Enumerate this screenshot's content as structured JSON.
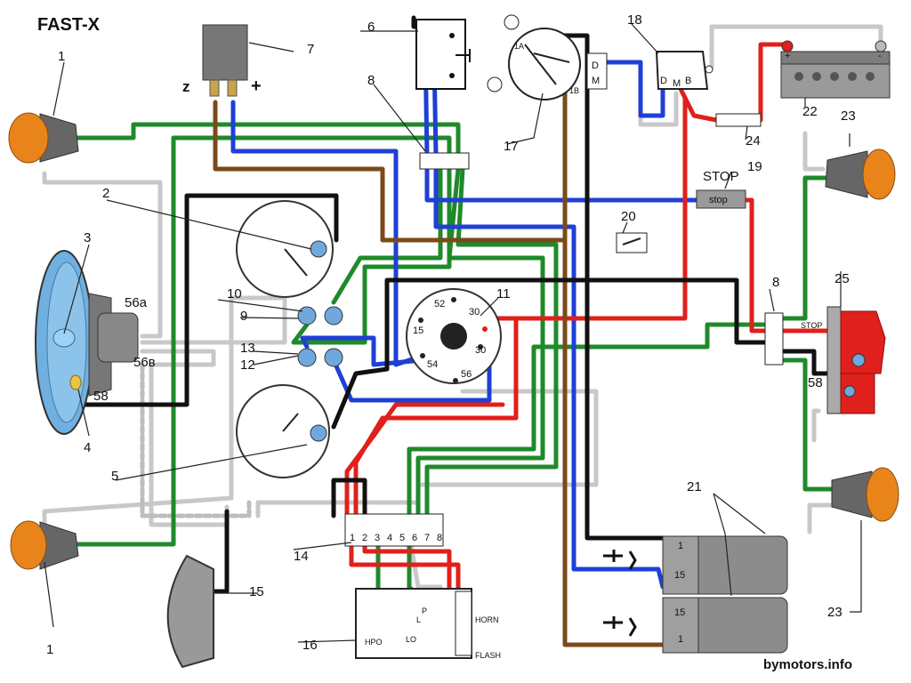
{
  "title": "FAST-X",
  "watermark": "bymotors.info",
  "colors": {
    "green": "#1f8a2a",
    "blue": "#1f3fd6",
    "red": "#e0201c",
    "brown": "#7a4a1a",
    "black": "#111111",
    "gray": "#c8c8c8",
    "amber": "#e8841a",
    "headlight_blue": "#6fb0e0"
  },
  "callouts": [
    "1",
    "2",
    "3",
    "4",
    "5",
    "6",
    "7",
    "8",
    "9",
    "10",
    "11",
    "12",
    "13",
    "14",
    "15",
    "16",
    "17",
    "18",
    "19",
    "20",
    "21",
    "22",
    "23",
    "24",
    "25"
  ],
  "labels": {
    "n1_top": "1",
    "n1_bottom": "1",
    "n2": "2",
    "n3": "3",
    "n4": "4",
    "n5": "5",
    "n6": "6",
    "n7": "7",
    "n8_top": "8",
    "n8_right": "8",
    "n9": "9",
    "n10": "10",
    "n11": "11",
    "n12": "12",
    "n13": "13",
    "n14": "14",
    "n15": "15",
    "n16": "16",
    "n17": "17",
    "n18": "18",
    "n19": "19",
    "n20": "20",
    "n21": "21",
    "n22": "22",
    "n23_top": "23",
    "n23_bottom": "23",
    "n24": "24",
    "n25": "25"
  },
  "terminals": {
    "t56a": "56a",
    "t56b": "56в",
    "t58_left": "58",
    "t58_right": "58",
    "z": "z",
    "plus": "+",
    "sw_52": "52",
    "sw_30a": "30",
    "sw_30b": "30",
    "sw_15": "15",
    "sw_54": "54",
    "sw_56": "56",
    "g_1a": "1A",
    "g_1b": "1B",
    "g_d": "D",
    "g_m": "M",
    "r_d": "D",
    "r_m": "M",
    "r_b": "B",
    "stop_big": "STOP",
    "stop_small": "stop",
    "stop_tail": "STOP",
    "coil_1_top": "1",
    "coil_15_top": "15",
    "coil_15_bottom": "15",
    "coil_1_bottom": "1",
    "block_pins": [
      "1",
      "2",
      "3",
      "4",
      "5",
      "6",
      "7",
      "8"
    ],
    "sw16_hpo": "HPO",
    "sw16_lo": "LO",
    "sw16_l": "L",
    "sw16_p": "P",
    "sw16_horn": "HORN",
    "sw16_flash": "FLASH",
    "bat_plus": "+",
    "bat_minus": "-"
  }
}
